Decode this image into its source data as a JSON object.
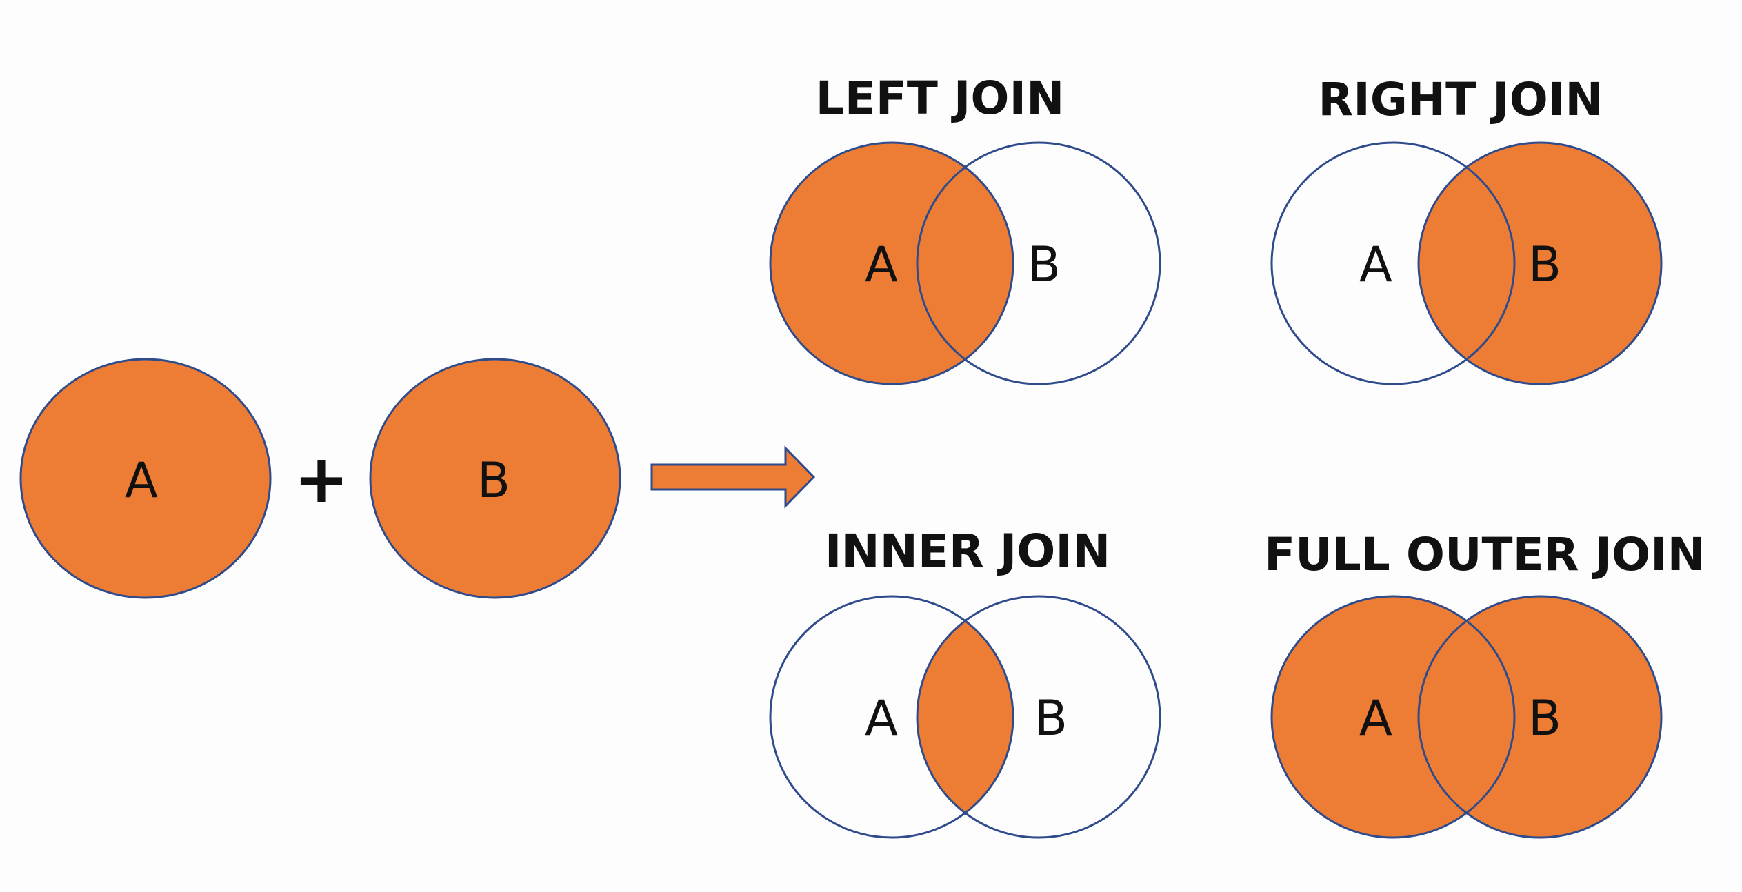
{
  "colors": {
    "fill": "#ed7d35",
    "stroke": "#2f4b8c",
    "background": "#fdfdfd",
    "text": "#111111"
  },
  "inputs": {
    "a_label": "A",
    "b_label": "B",
    "operator": "+"
  },
  "joins": [
    {
      "title": "LEFT JOIN",
      "a_label": "A",
      "b_label": "B",
      "fill_a": true,
      "fill_overlap": true,
      "fill_b": false
    },
    {
      "title": "RIGHT JOIN",
      "a_label": "A",
      "b_label": "B",
      "fill_a": false,
      "fill_overlap": true,
      "fill_b": true
    },
    {
      "title": "INNER JOIN",
      "a_label": "A",
      "b_label": "B",
      "fill_a": false,
      "fill_overlap": true,
      "fill_b": false
    },
    {
      "title": "FULL OUTER JOIN",
      "a_label": "A",
      "b_label": "B",
      "fill_a": true,
      "fill_overlap": true,
      "fill_b": true
    }
  ]
}
